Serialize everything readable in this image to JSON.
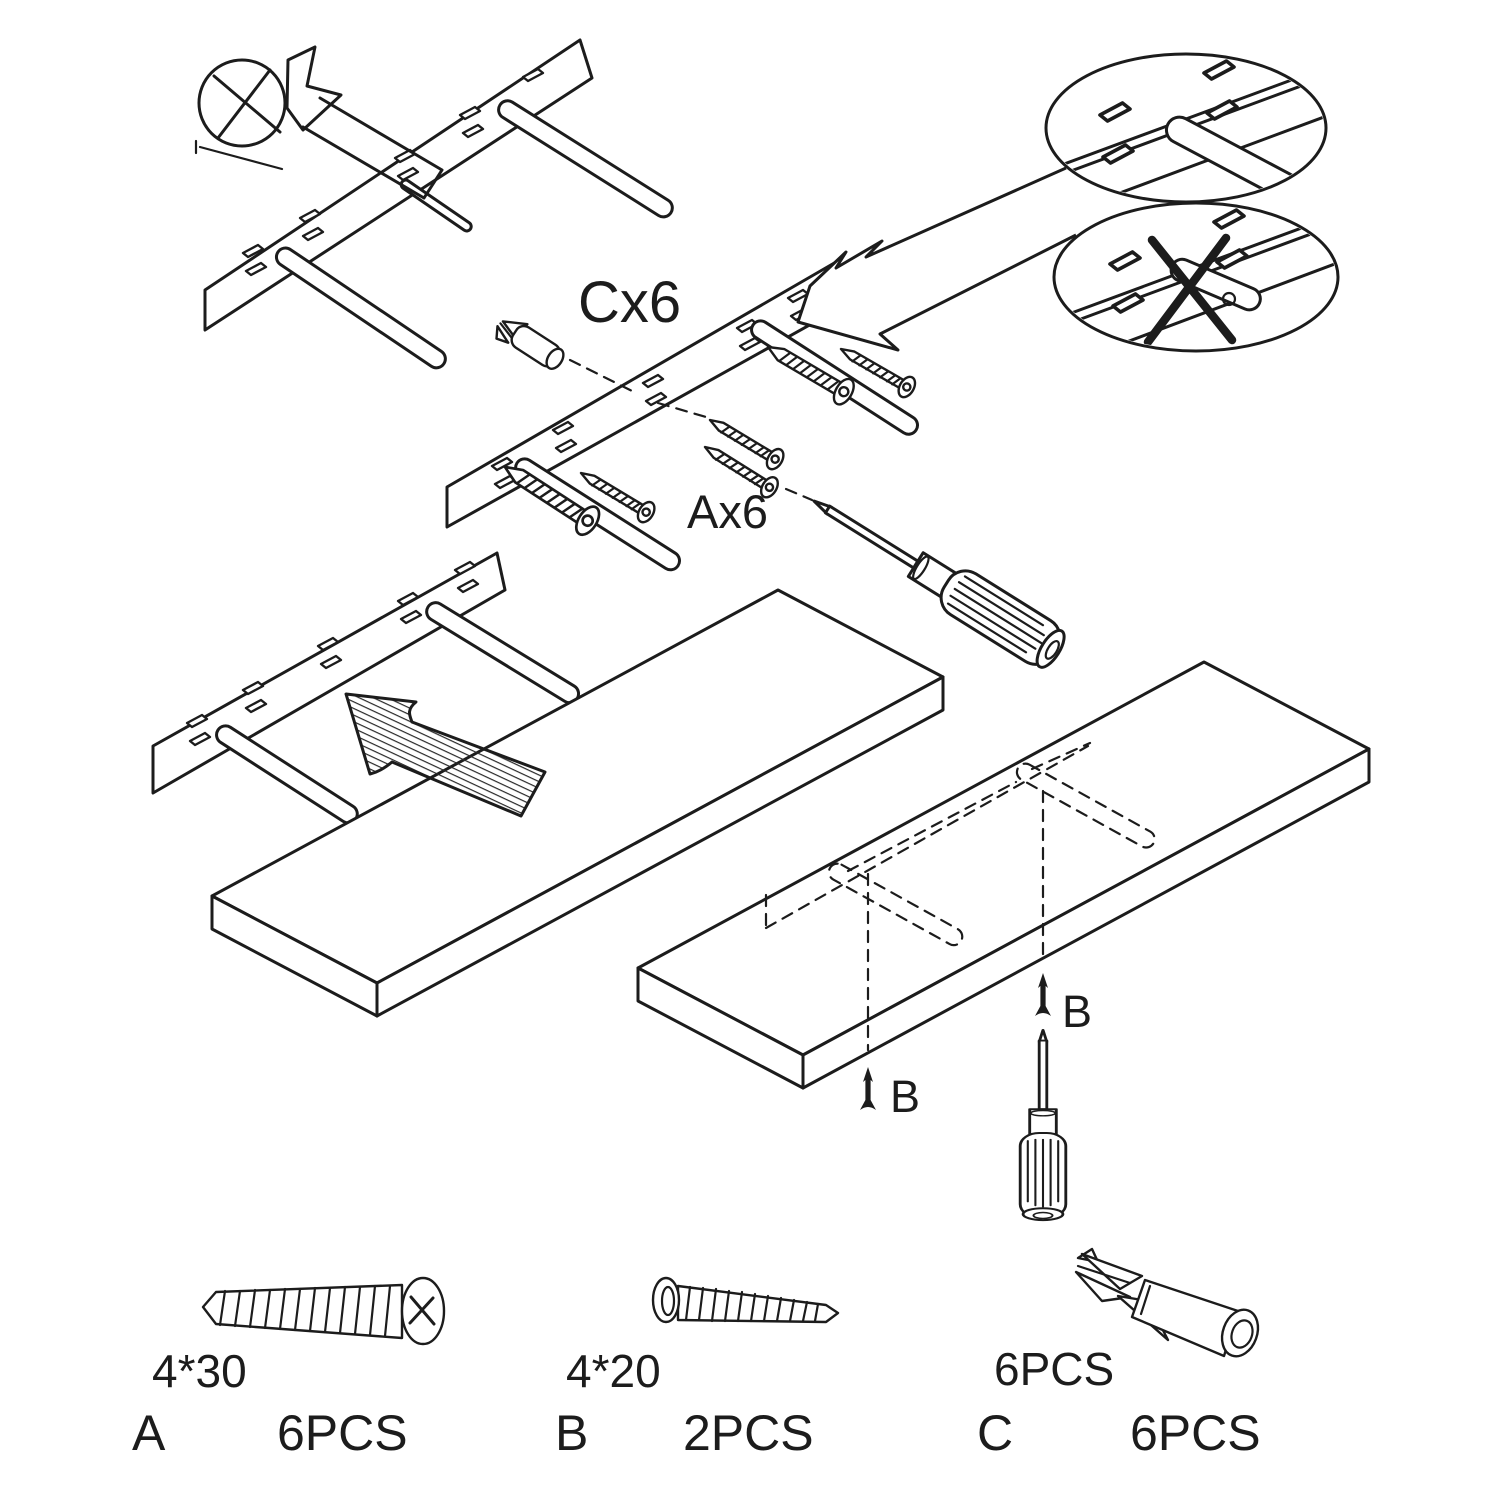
{
  "diagram": {
    "step_labels": {
      "anchor_count": "Cx6",
      "screw_count": "Ax6",
      "b_marker_left": "B",
      "b_marker_right": "B"
    },
    "parts_list": [
      {
        "id": "A",
        "spec": "4*30",
        "qty": "6PCS"
      },
      {
        "id": "B",
        "spec": "4*20",
        "qty": "2PCS"
      },
      {
        "id": "C",
        "spec": "6PCS",
        "qty": "6PCS"
      }
    ],
    "colors": {
      "line": "#1c1c1c",
      "background": "#ffffff"
    }
  }
}
